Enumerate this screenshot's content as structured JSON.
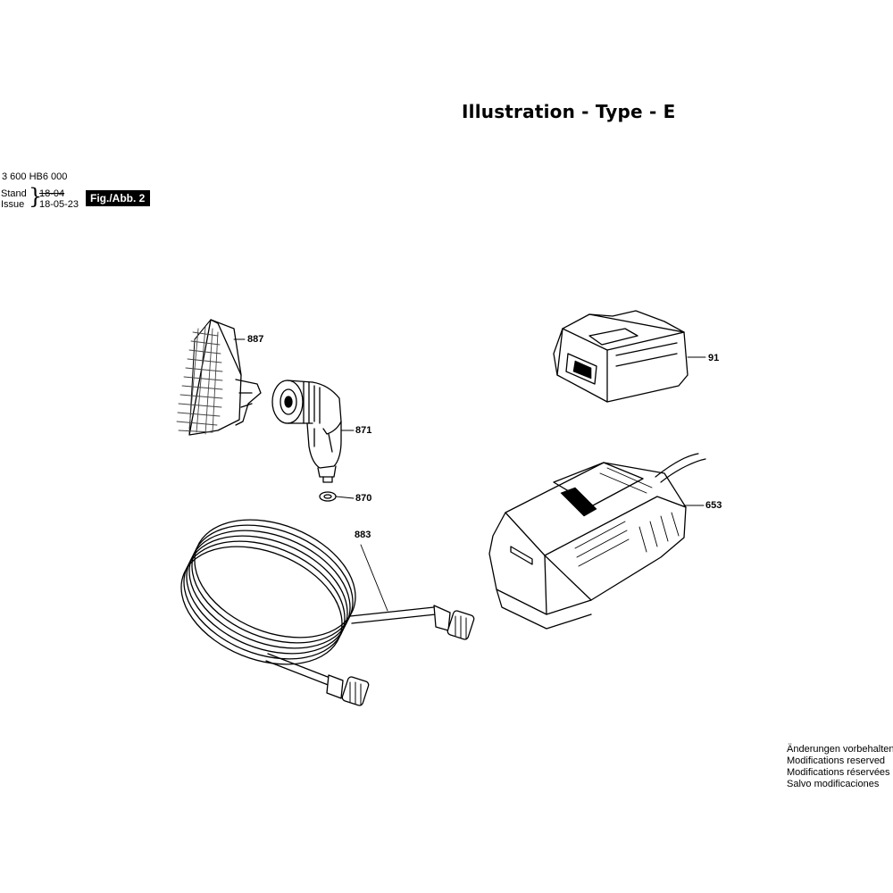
{
  "header": {
    "title": "Illustration - Type - E",
    "part_number": "3 600 HB6 000",
    "stand_label": "Stand",
    "issue_label": "Issue",
    "stand_date": "18-04",
    "issue_date": "18-05-23",
    "figure_badge": "Fig./Abb. 2"
  },
  "callouts": {
    "c887": "887",
    "c871": "871",
    "c870": "870",
    "c883": "883",
    "c91": "91",
    "c653": "653"
  },
  "notes": {
    "line1": "Änderungen vorbehalten",
    "line2": "Modifications reserved",
    "line3": "Modifications réservées",
    "line4": "Salvo modificaciones"
  }
}
